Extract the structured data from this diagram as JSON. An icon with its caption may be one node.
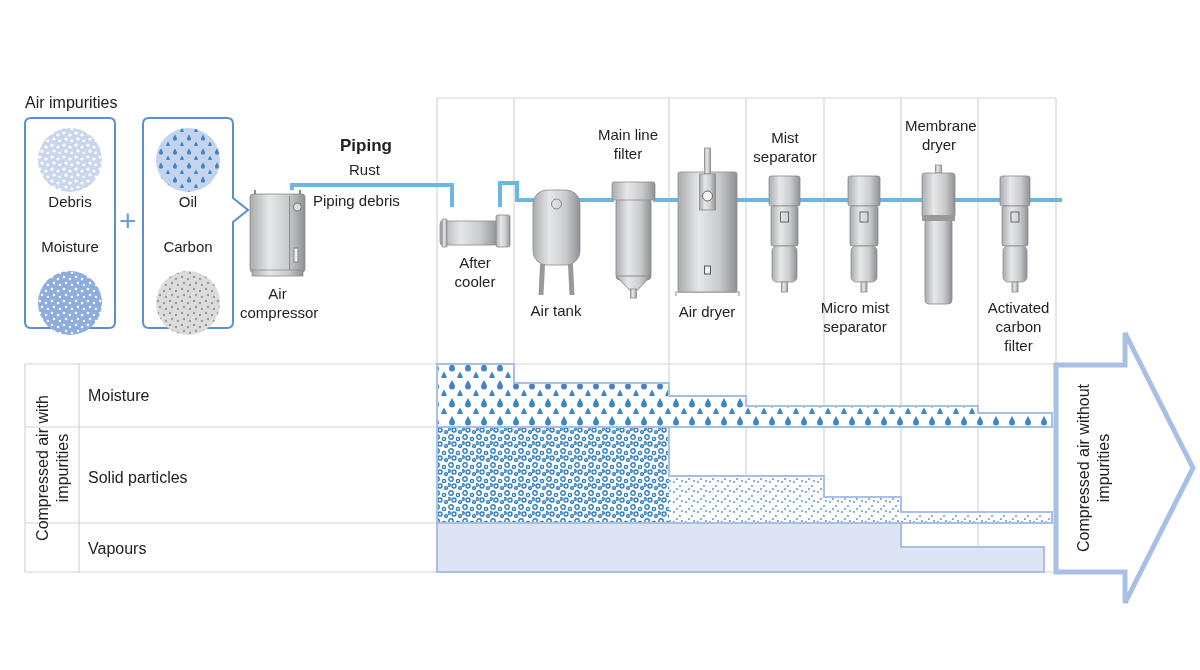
{
  "diagram": {
    "nodes": [
      {
        "text": [
          "Debris",
          "Moisture"
        ]
      },
      {
        "text": [
          "Oil",
          "Carbon"
        ]
      },
      {
        "text": [
          "Air compressor"
        ]
      },
      {
        "text": [
          "After cooler"
        ]
      },
      {
        "text": [
          "Air tank"
        ]
      },
      {
        "text": [
          "Main line filter"
        ]
      },
      {
        "text": [
          "Air dryer"
        ]
      },
      {
        "text": [
          "Mist separator"
        ]
      },
      {
        "text": [
          "Micro mist separator"
        ]
      },
      {
        "text": [
          "Membrane dryer"
        ]
      },
      {
        "text": [
          "Activated carbon filter"
        ]
      },
      {
        "text": [
          "Compressed air without impurities"
        ]
      }
    ],
    "edges": [
      {
        "from": 2,
        "to": 3,
        "arrow": "none"
      },
      {
        "from": 3,
        "to": 4,
        "arrow": "none"
      },
      {
        "from": 4,
        "to": 5,
        "arrow": "none"
      },
      {
        "from": 5,
        "to": 6,
        "arrow": "none"
      },
      {
        "from": 6,
        "to": 7,
        "arrow": "none"
      },
      {
        "from": 7,
        "to": 8,
        "arrow": "none"
      },
      {
        "from": 8,
        "to": 9,
        "arrow": "none"
      },
      {
        "from": 9,
        "to": 10,
        "arrow": "none"
      },
      {
        "from": 10,
        "to": null,
        "arrow": "none"
      }
    ],
    "labels": [
      "Air impurities",
      "+",
      "Piping",
      "Rust",
      "Piping debris",
      "Compressed air with impurities",
      "Moisture",
      "Solid particles",
      "Vapours"
    ]
  }
}
